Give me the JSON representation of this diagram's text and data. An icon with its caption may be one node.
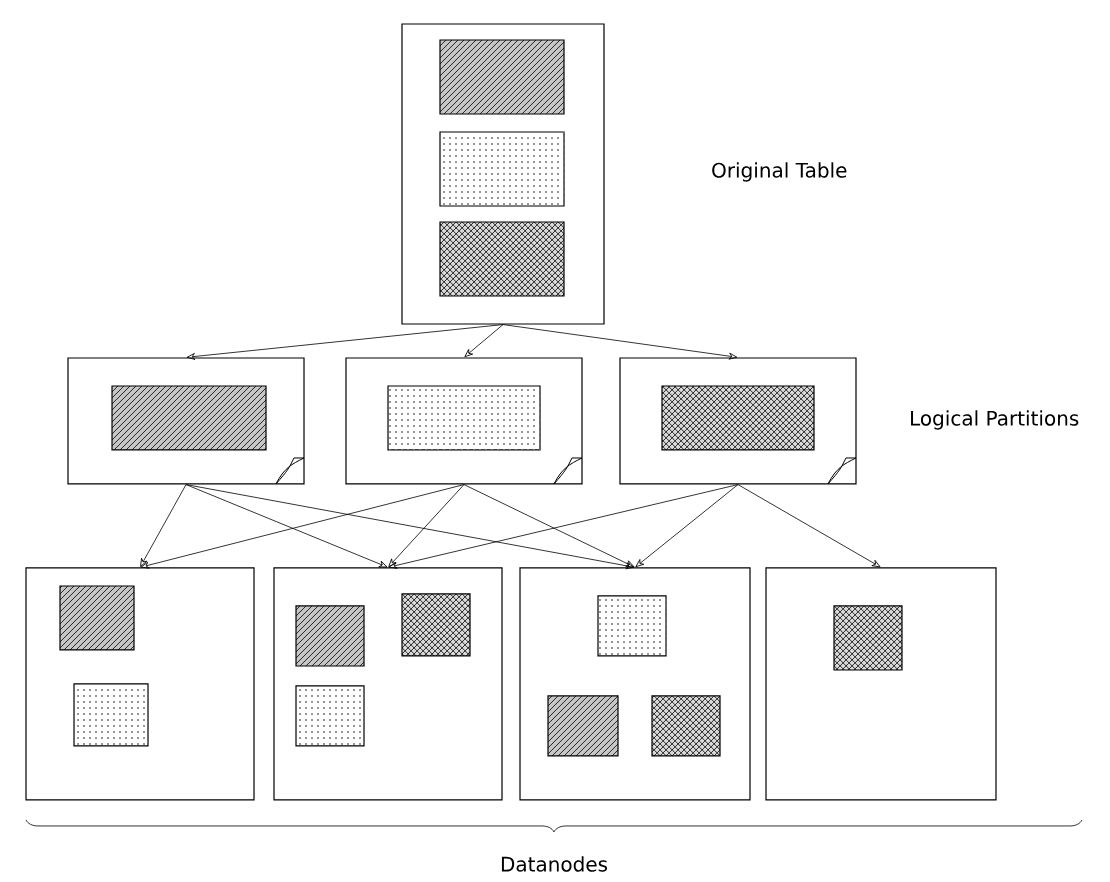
{
  "diagram": {
    "nodes": [
      {
        "text": [],
        "shape": "box"
      },
      {
        "text": [],
        "shape": "box",
        "in": 0
      },
      {
        "text": [],
        "shape": "box",
        "in": 0
      },
      {
        "text": [],
        "shape": "box",
        "in": 0
      },
      {
        "text": [],
        "shape": "box"
      },
      {
        "text": [],
        "shape": "box"
      },
      {
        "text": [],
        "shape": "box"
      },
      {
        "text": [],
        "shape": "box",
        "in": 4
      },
      {
        "text": [],
        "shape": "box",
        "in": 5
      },
      {
        "text": [],
        "shape": "box",
        "in": 6
      },
      {
        "text": [],
        "shape": "box"
      },
      {
        "text": [],
        "shape": "box"
      },
      {
        "text": [],
        "shape": "box"
      },
      {
        "text": [],
        "shape": "box"
      },
      {
        "text": [],
        "shape": "box",
        "in": 10
      },
      {
        "text": [],
        "shape": "box",
        "in": 10
      },
      {
        "text": [],
        "shape": "box",
        "in": 11
      },
      {
        "text": [],
        "shape": "box",
        "in": 11
      },
      {
        "text": [],
        "shape": "box",
        "in": 11
      },
      {
        "text": [],
        "shape": "box",
        "in": 12
      },
      {
        "text": [],
        "shape": "box",
        "in": 12
      },
      {
        "text": [],
        "shape": "box",
        "in": 12
      },
      {
        "text": [],
        "shape": "box",
        "in": 13
      }
    ],
    "edges": [
      {
        "from": 0,
        "to": 4,
        "arrow": "to"
      },
      {
        "from": 0,
        "to": 5,
        "arrow": "to"
      },
      {
        "from": 0,
        "to": 6,
        "arrow": "to"
      },
      {
        "from": 4,
        "to": 10,
        "arrow": "to"
      },
      {
        "from": 4,
        "to": 11,
        "arrow": "to"
      },
      {
        "from": 4,
        "to": 12,
        "arrow": "to"
      },
      {
        "from": 5,
        "to": 10,
        "arrow": "to"
      },
      {
        "from": 5,
        "to": 11,
        "arrow": "to"
      },
      {
        "from": 5,
        "to": 12,
        "arrow": "to"
      },
      {
        "from": 6,
        "to": 11,
        "arrow": "to"
      },
      {
        "from": 6,
        "to": 12,
        "arrow": "to"
      },
      {
        "from": 6,
        "to": 13,
        "arrow": "to"
      }
    ],
    "labels": [
      "Original Table",
      "Logical Partitions",
      "Datanodes"
    ]
  }
}
